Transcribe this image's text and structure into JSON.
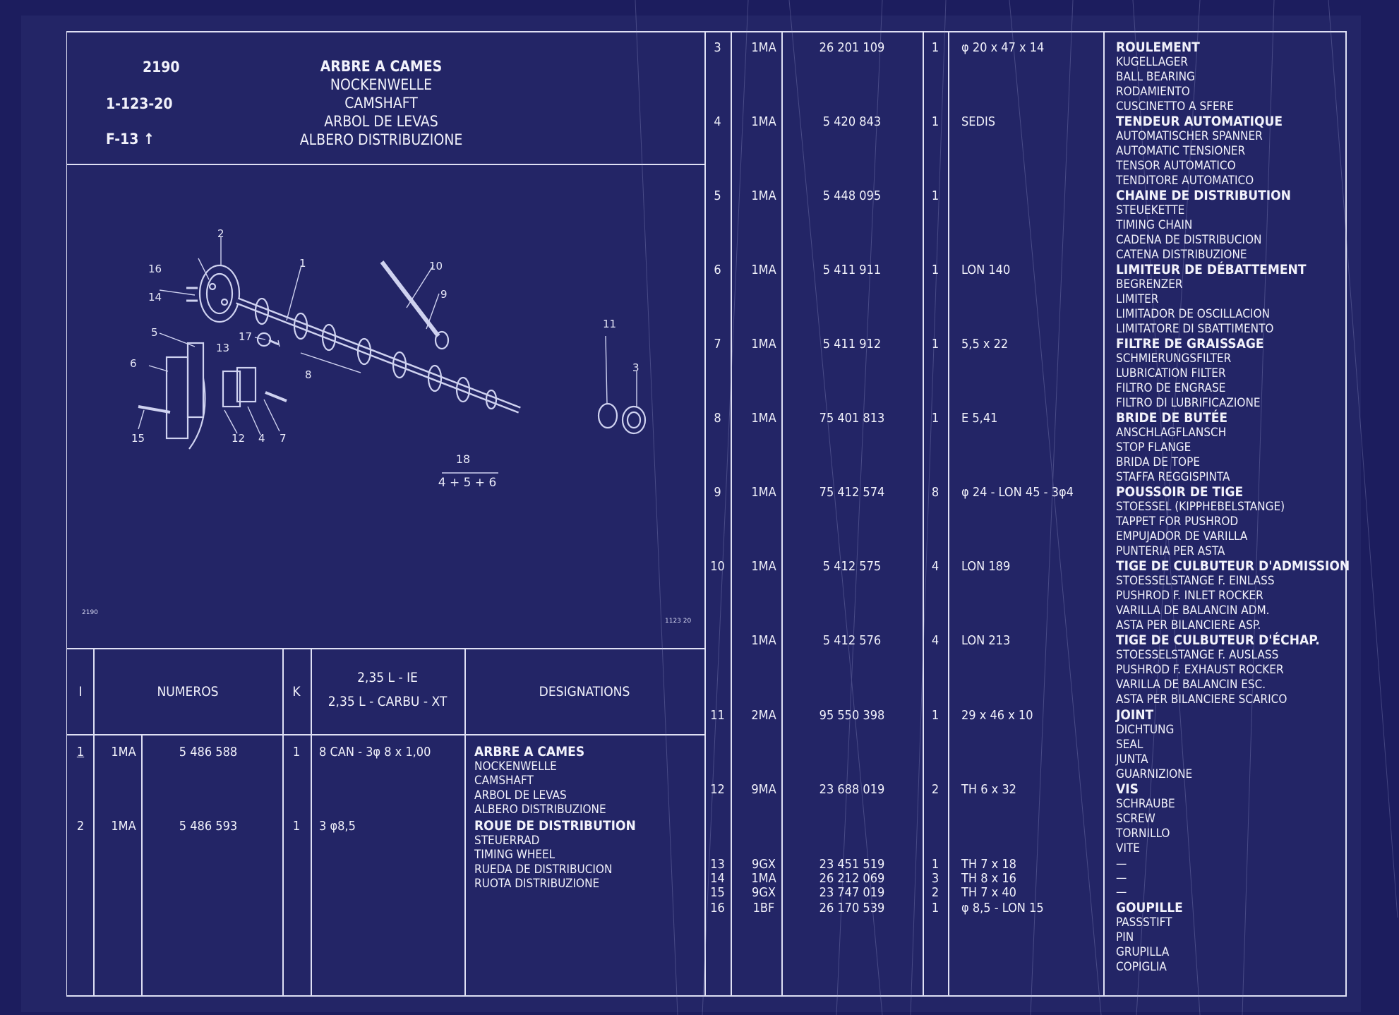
{
  "header": {
    "number": "2190",
    "group": "1-123-20",
    "figure_ref": "F-13",
    "titles": [
      "ARBRE A CAMES",
      "NOCKENWELLE",
      "CAMSHAFT",
      "ARBOL DE LEVAS",
      "ALBERO DISTRIBUZIONE"
    ]
  },
  "diagram": {
    "callouts": [
      "1",
      "2",
      "3",
      "4",
      "5",
      "6",
      "7",
      "8",
      "9",
      "10",
      "11",
      "12",
      "13",
      "14",
      "15",
      "16",
      "17"
    ],
    "kit_top": "18",
    "kit_bottom": "4 + 5 + 6",
    "corner_left": "2190",
    "corner_right": "1123 20"
  },
  "table_header": {
    "index": "I",
    "numeros": "NUMEROS",
    "k": "K",
    "versions_1": "2,35 L - IE",
    "versions_2": "2,35 L - CARBU - XT",
    "designations": "DESIGNATIONS"
  },
  "left_rows": [
    {
      "item": "1",
      "code": "1MA",
      "number": "5 486 588",
      "qty": "1",
      "spec": "8 CAN - 3φ 8 x 1,00",
      "desc": [
        "ARBRE A CAMES",
        "NOCKENWELLE",
        "CAMSHAFT",
        "ARBOL DE LEVAS",
        "ALBERO DISTRIBUZIONE"
      ]
    },
    {
      "item": "2",
      "code": "1MA",
      "number": "5 486 593",
      "qty": "1",
      "spec": "3 φ8,5",
      "desc": [
        "ROUE DE DISTRIBUTION",
        "STEUERRAD",
        "TIMING WHEEL",
        "RUEDA DE DISTRIBUCION",
        "RUOTA DISTRIBUZIONE"
      ]
    }
  ],
  "right_rows": [
    {
      "item": "3",
      "code": "1MA",
      "number": "26 201 109",
      "qty": "1",
      "spec": "φ 20 x 47 x 14",
      "desc": [
        "ROULEMENT",
        "KUGELLAGER",
        "BALL BEARING",
        "RODAMIENTO",
        "CUSCINETTO A SFERE"
      ]
    },
    {
      "item": "4",
      "code": "1MA",
      "number": "5 420 843",
      "qty": "1",
      "spec": "SEDIS",
      "desc": [
        "TENDEUR AUTOMATIQUE",
        "AUTOMATISCHER SPANNER",
        "AUTOMATIC TENSIONER",
        "TENSOR AUTOMATICO",
        "TENDITORE AUTOMATICO"
      ]
    },
    {
      "item": "5",
      "code": "1MA",
      "number": "5 448 095",
      "qty": "1",
      "spec": "",
      "desc": [
        "CHAINE DE DISTRIBUTION",
        "STEUEKETTE",
        "TIMING CHAIN",
        "CADENA DE DISTRIBUCION",
        "CATENA DISTRIBUZIONE"
      ]
    },
    {
      "item": "6",
      "code": "1MA",
      "number": "5 411 911",
      "qty": "1",
      "spec": "LON 140",
      "desc": [
        "LIMITEUR DE DÉBATTEMENT",
        "BEGRENZER",
        "LIMITER",
        "LIMITADOR DE OSCILLACION",
        "LIMITATORE DI SBATTIMENTO"
      ]
    },
    {
      "item": "7",
      "code": "1MA",
      "number": "5 411 912",
      "qty": "1",
      "spec": "5,5 x 22",
      "desc": [
        "FILTRE DE GRAISSAGE",
        "SCHMIERUNGSFILTER",
        "LUBRICATION FILTER",
        "FILTRO DE ENGRASE",
        "FILTRO DI LUBRIFICAZIONE"
      ]
    },
    {
      "item": "8",
      "code": "1MA",
      "number": "75 401 813",
      "qty": "1",
      "spec": "E 5,41",
      "desc": [
        "BRIDE DE BUTÉE",
        "ANSCHLAGFLANSCH",
        "STOP FLANGE",
        "BRIDA DE TOPE",
        "STAFFA REGGISPINTA"
      ]
    },
    {
      "item": "9",
      "code": "1MA",
      "number": "75 412 574",
      "qty": "8",
      "spec": "φ 24 - LON 45 - 3φ4",
      "desc": [
        "POUSSOIR DE TIGE",
        "STOESSEL (KIPPHEBELSTANGE)",
        "TAPPET FOR PUSHROD",
        "EMPUJADOR DE VARILLA",
        "PUNTERIA PER ASTA"
      ]
    },
    {
      "item": "10",
      "code": "1MA",
      "number": "5 412 575",
      "qty": "4",
      "spec": "LON 189",
      "desc": [
        "TIGE DE CULBUTEUR D'ADMISSION",
        "STOESSELSTANGE F. EINLASS",
        "PUSHROD F. INLET ROCKER",
        "VARILLA DE BALANCIN ADM.",
        "ASTA PER BILANCIERE ASP."
      ]
    },
    {
      "item": "",
      "code": "1MA",
      "number": "5 412 576",
      "qty": "4",
      "spec": "LON 213",
      "desc": [
        "TIGE DE CULBUTEUR D'ÉCHAP.",
        "STOESSELSTANGE F. AUSLASS",
        "PUSHROD F. EXHAUST ROCKER",
        "VARILLA DE BALANCIN ESC.",
        "ASTA PER BILANCIERE SCARICO"
      ]
    },
    {
      "item": "11",
      "code": "2MA",
      "number": "95 550 398",
      "qty": "1",
      "spec": "29 x 46 x 10",
      "desc": [
        "JOINT",
        "DICHTUNG",
        "SEAL",
        "JUNTA",
        "GUARNIZIONE"
      ]
    },
    {
      "item": "12",
      "code": "9MA",
      "number": "23 688 019",
      "qty": "2",
      "spec": "TH 6 x 32",
      "desc": [
        "VIS",
        "SCHRAUBE",
        "SCREW",
        "TORNILLO",
        "VITE"
      ]
    },
    {
      "item": "13",
      "code": "9GX",
      "number": "23 451 519",
      "qty": "1",
      "spec": "TH 7 x 18",
      "desc": [
        "—"
      ]
    },
    {
      "item": "14",
      "code": "1MA",
      "number": "26 212 069",
      "qty": "3",
      "spec": "TH 8 x 16",
      "desc": [
        "—"
      ]
    },
    {
      "item": "15",
      "code": "9GX",
      "number": "23 747 019",
      "qty": "2",
      "spec": "TH 7 x 40",
      "desc": [
        "—"
      ]
    },
    {
      "item": "16",
      "code": "1BF",
      "number": "26 170 539",
      "qty": "1",
      "spec": "φ 8,5 - LON 15",
      "desc": [
        "GOUPILLE",
        "PASSSTIFT",
        "PIN",
        "GRUPILLA",
        "COPIGLIA"
      ]
    }
  ],
  "colors": {
    "background": "#1c1d5e",
    "sheet": "#232566",
    "lines": "#dfe0f4",
    "text": "#f2f2fb"
  }
}
